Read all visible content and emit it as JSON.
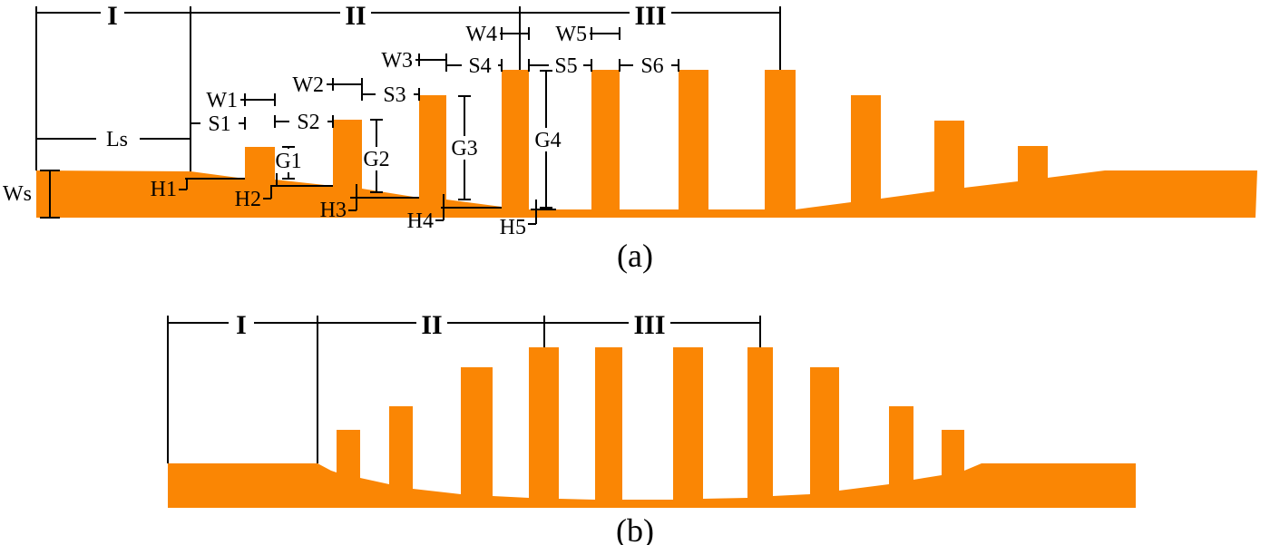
{
  "colors": {
    "shape": "#FA8604",
    "line": "#000000",
    "background": "#FFFFFF"
  },
  "panel_a": {
    "caption": "(a)",
    "regions": {
      "r1": "I",
      "r2": "II",
      "r3": "III"
    },
    "dims": {
      "Ls": "Ls",
      "Ws": "Ws",
      "W1": "W1",
      "W2": "W2",
      "W3": "W3",
      "W4": "W4",
      "W5": "W5",
      "S1": "S1",
      "S2": "S2",
      "S3": "S3",
      "S4": "S4",
      "S5": "S5",
      "S6": "S6",
      "G1": "G1",
      "G2": "G2",
      "G3": "G3",
      "G4": "G4",
      "H1": "H1",
      "H2": "H2",
      "H3": "H3",
      "H4": "H4",
      "H5": "H5"
    }
  },
  "panel_b": {
    "caption": "(b)",
    "regions": {
      "r1": "I",
      "r2": "II",
      "r3": "III"
    }
  }
}
